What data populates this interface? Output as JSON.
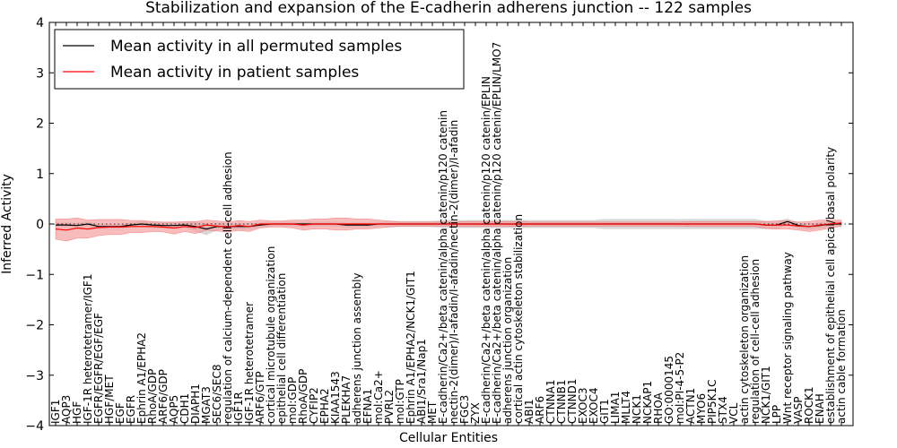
{
  "chart_data": {
    "type": "line",
    "title": "Stabilization and expansion of the E-cadherin adherens junction -- 122 samples",
    "xlabel": "Cellular Entities",
    "ylabel": "Inferred Activity",
    "ylim": [
      -4,
      4
    ],
    "yticks": [
      -4,
      -3,
      -2,
      -1,
      0,
      1,
      2,
      3,
      4
    ],
    "grid": false,
    "legend_position": "top-left",
    "colors": {
      "permuted": "#000000",
      "patient": "#ff0000",
      "patient_band": "#f4a0a0",
      "permuted_band": "#c8c8c8"
    },
    "categories": [
      "IGF1",
      "AQP3",
      "HGF",
      "IGF-1R heterotetramer/IGF1",
      "EGFR/EGFR/EGF/EGF",
      "HGF/MET",
      "EGF",
      "EGFR",
      "Ephrin A1/EPHA2",
      "RhoA/GDP",
      "ARF6/GDP",
      "AQP5",
      "CDH1",
      "DIAPH1",
      "MGAT3",
      "SEC6/SEC8",
      "regulation of calcium-dependent cell-cell adhesion",
      "IGF1R",
      "IGF-1R heterotetramer",
      "ARF6/GTP",
      "cortical microtubule organization",
      "epithelial cell differentiation",
      "mol:GDP",
      "RhoA/GDP",
      "CYFIP2",
      "EPHA2",
      "KIAA1543",
      "PLEKHA7",
      "adherens junction assembly",
      "EFNA1",
      "mol:Ca2+",
      "PVRL2",
      "mol:GTP",
      "Ephrin A1/EPHA2/NCK1/GIT1",
      "ABI1/Sra1/Nap1",
      "MET",
      "E-cadherin/Ca2+/beta catenin/alpha catenin/p120 catenin",
      "nectin-2(dimer)/I-afadin/I-afadin/nectin-2(dimer)/I-afadin",
      "FGC3",
      "ZYX",
      "E-cadherin/Ca2+/beta catenin/alpha catenin/p120 catenin/EPLIN",
      "E-cadherin/Ca2+/beta catenin/alpha catenin/p120 catenin/EPLIN/LMO7",
      "adherens junction organization",
      "cortical actin cytoskeleton stabilization",
      "ABI1",
      "ARF6",
      "CTNNA1",
      "CTNNB1",
      "CTNND1",
      "EXOC3",
      "EXOC4",
      "GIT1",
      "LIMA1",
      "MLLT4",
      "NCK1",
      "NCKAP1",
      "RHOA",
      "GO:0000145",
      "mol:PI-4-5-P2",
      "ACTN1",
      "MYO6",
      "PIP5K1C",
      "STX4",
      "VCL",
      "actin cytoskeleton organization",
      "regulation of cell-cell adhesion",
      "NCK1/GIT1",
      "LPP",
      "Wnt receptor signaling pathway",
      "VASP",
      "ROCK1",
      "ENAH",
      "establishment of epithelial cell apical/basal polarity",
      "actin cable formation"
    ],
    "series": [
      {
        "name": "Mean activity in all permuted samples",
        "values": [
          -0.02,
          -0.02,
          -0.03,
          0.0,
          -0.05,
          -0.05,
          -0.05,
          -0.02,
          0.0,
          -0.02,
          -0.03,
          -0.03,
          -0.02,
          -0.05,
          -0.1,
          -0.05,
          -0.05,
          -0.05,
          -0.05,
          -0.02,
          0.0,
          0.0,
          0.0,
          0.0,
          0.0,
          0.0,
          0.0,
          -0.02,
          -0.02,
          -0.02,
          0.0,
          0.0,
          0.0,
          0.0,
          0.0,
          0.0,
          0.0,
          0.0,
          0.0,
          0.0,
          0.0,
          0.0,
          0.0,
          0.0,
          0.0,
          0.0,
          0.0,
          0.0,
          0.0,
          0.0,
          0.0,
          0.0,
          0.0,
          0.0,
          0.0,
          0.0,
          0.0,
          0.0,
          0.0,
          0.0,
          0.0,
          0.0,
          0.0,
          0.0,
          0.0,
          0.0,
          -0.02,
          -0.02,
          0.05,
          -0.03,
          -0.05,
          -0.03,
          0.0,
          0.0
        ],
        "band": [
          0.05,
          0.05,
          0.05,
          0.05,
          0.05,
          0.05,
          0.05,
          0.05,
          0.06,
          0.06,
          0.06,
          0.06,
          0.06,
          0.1,
          0.12,
          0.08,
          0.06,
          0.06,
          0.06,
          0.05,
          0.05,
          0.05,
          0.05,
          0.05,
          0.05,
          0.05,
          0.05,
          0.05,
          0.05,
          0.05,
          0.05,
          0.06,
          0.06,
          0.06,
          0.06,
          0.06,
          0.08,
          0.08,
          0.08,
          0.08,
          0.08,
          0.08,
          0.08,
          0.08,
          0.08,
          0.08,
          0.08,
          0.08,
          0.08,
          0.08,
          0.08,
          0.1,
          0.1,
          0.1,
          0.1,
          0.1,
          0.1,
          0.1,
          0.1,
          0.1,
          0.1,
          0.1,
          0.1,
          0.1,
          0.1,
          0.1,
          0.08,
          0.08,
          0.06,
          0.06,
          0.06,
          0.06,
          0.06,
          0.06
        ]
      },
      {
        "name": "Mean activity in patient samples",
        "values": [
          -0.1,
          -0.12,
          -0.08,
          -0.1,
          -0.07,
          -0.06,
          -0.06,
          -0.05,
          -0.05,
          -0.05,
          -0.06,
          -0.08,
          -0.05,
          -0.07,
          -0.02,
          -0.04,
          -0.06,
          -0.03,
          -0.05,
          0.0,
          0.0,
          0.0,
          0.0,
          -0.02,
          0.0,
          0.0,
          0.0,
          0.0,
          0.0,
          0.0,
          0.0,
          0.0,
          0.0,
          0.0,
          0.0,
          0.0,
          0.0,
          0.0,
          0.0,
          0.0,
          0.0,
          0.0,
          0.0,
          0.0,
          0.0,
          0.0,
          0.0,
          0.0,
          0.0,
          0.0,
          0.0,
          0.0,
          0.0,
          0.0,
          0.0,
          0.0,
          0.0,
          0.0,
          0.0,
          0.0,
          0.0,
          0.0,
          0.0,
          0.0,
          0.0,
          0.0,
          -0.02,
          -0.02,
          -0.02,
          -0.04,
          -0.05,
          -0.02,
          0.0,
          0.02
        ],
        "band": [
          0.2,
          0.22,
          0.2,
          0.18,
          0.16,
          0.15,
          0.15,
          0.12,
          0.12,
          0.1,
          0.1,
          0.12,
          0.1,
          0.12,
          0.1,
          0.1,
          0.1,
          0.1,
          0.1,
          0.08,
          0.06,
          0.06,
          0.08,
          0.1,
          0.1,
          0.1,
          0.12,
          0.12,
          0.1,
          0.1,
          0.08,
          0.06,
          0.04,
          0.04,
          0.04,
          0.04,
          0.04,
          0.04,
          0.05,
          0.05,
          0.05,
          0.05,
          0.05,
          0.05,
          0.04,
          0.04,
          0.04,
          0.04,
          0.04,
          0.04,
          0.04,
          0.04,
          0.04,
          0.04,
          0.04,
          0.04,
          0.04,
          0.04,
          0.04,
          0.05,
          0.05,
          0.05,
          0.05,
          0.05,
          0.05,
          0.05,
          0.07,
          0.08,
          0.08,
          0.08,
          0.1,
          0.1,
          0.08,
          0.06
        ]
      }
    ]
  }
}
